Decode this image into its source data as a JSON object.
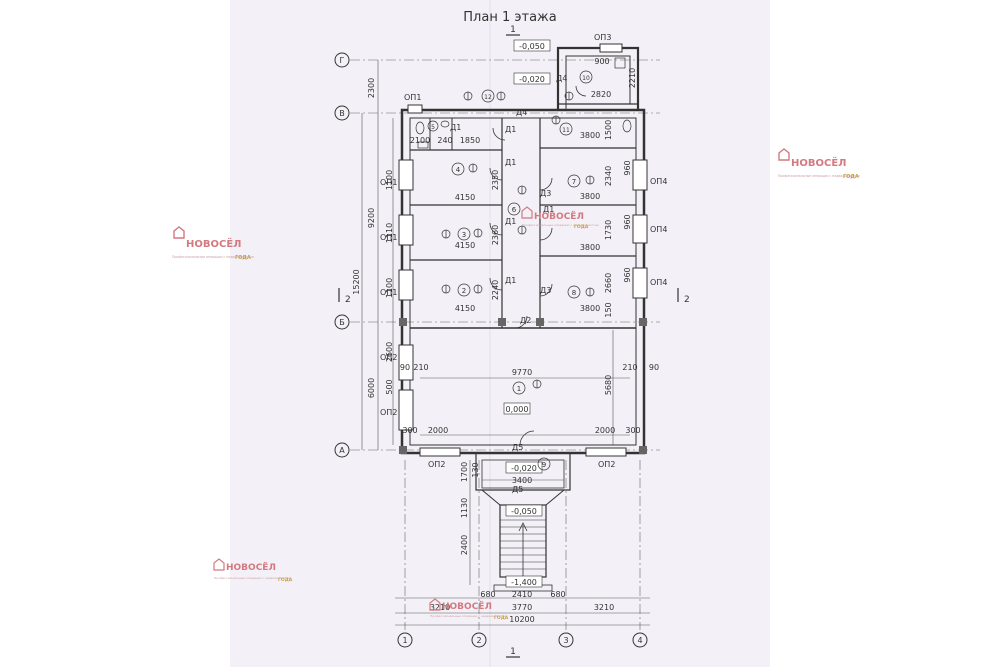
{
  "title": "План 1 этажа",
  "section_marks": {
    "top": "1",
    "bottom": "1",
    "left": "2",
    "right": "2"
  },
  "axes_letters": {
    "g": "Г",
    "v": "В",
    "b": "Б",
    "a": "А"
  },
  "axes_numbers": {
    "n1": "1",
    "n2": "2",
    "n3": "3",
    "n4": "4"
  },
  "levels": {
    "l1": "-0,050",
    "l2": "-0,020",
    "l3": "0,000",
    "l4": "-0,020",
    "l5": "-0,050",
    "l6": "-1,400"
  },
  "rooms": {
    "r1": "1",
    "r2": "2",
    "r3": "3",
    "r4": "4",
    "r5": "5",
    "r6": "6",
    "r7": "7",
    "r8": "8",
    "r9": "9",
    "r10": "10",
    "r11": "11",
    "r12": "12"
  },
  "doors": {
    "d1": "Д1",
    "d2": "Д2",
    "d3": "Д3",
    "d4": "Д4",
    "d5": "Д5"
  },
  "openings": {
    "op1": "ОП1",
    "op2": "ОП2",
    "op3": "ОП3",
    "op4": "ОП4"
  },
  "dims": {
    "d10200": "10200",
    "d3210": "3210",
    "d3770": "3770",
    "d2410": "2410",
    "d680": "680",
    "d9770": "9770",
    "d4150": "4150",
    "d3800": "3800",
    "d3400": "3400",
    "d2000": "2000",
    "d300": "300",
    "d210": "210",
    "d90": "90",
    "d15200": "15200",
    "d9200": "9200",
    "d6000": "6000",
    "d2300": "2300",
    "d5680": "5680",
    "d2400": "2400",
    "d1130": "1130",
    "d1700": "1700",
    "d130": "130",
    "d2100": "2100",
    "d240": "240",
    "d1850": "1850",
    "d900": "900",
    "d2820": "2820",
    "d2210": "2210",
    "d2350": "2350",
    "d2360": "2360",
    "d2240": "2240",
    "d2340": "2340",
    "d1730": "1730",
    "d2660": "2660",
    "d1100": "1100",
    "d1110": "1110",
    "d960": "960",
    "d500": "500",
    "d2600": "2600",
    "d1500": "1500",
    "d150": "150"
  },
  "watermark": {
    "brand": "НОВОСЁЛ",
    "subtitle": "Профессиональные операции с недвижимостью",
    "goda": "ГОДА"
  },
  "colors": {
    "paper": "#f3f1f7",
    "line": "#3a3a3a",
    "watermark": "#d27a80",
    "goda": "#c8a24a"
  }
}
